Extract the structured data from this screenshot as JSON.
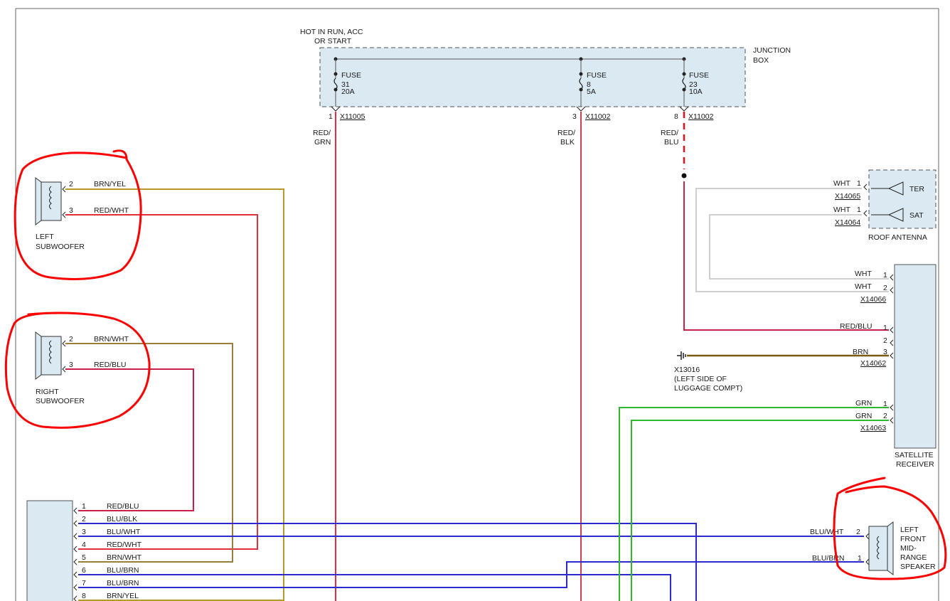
{
  "junction_box": {
    "header_line1": "HOT IN RUN, ACC",
    "header_line2": "OR START",
    "label_line1": "JUNCTION",
    "label_line2": "BOX",
    "fuses": [
      {
        "word": "FUSE",
        "number": "31",
        "rating": "20A",
        "pin": "1",
        "connector": "X11005",
        "wire_line1": "RED/",
        "wire_line2": "GRN"
      },
      {
        "word": "FUSE",
        "number": "8",
        "rating": "5A",
        "pin": "3",
        "connector": "X11002",
        "wire_line1": "RED/",
        "wire_line2": "BLK"
      },
      {
        "word": "FUSE",
        "number": "23",
        "rating": "10A",
        "pin": "8",
        "connector": "X11002",
        "wire_line1": "RED/",
        "wire_line2": "BLU"
      }
    ]
  },
  "left_subwoofer": {
    "label_line1": "LEFT",
    "label_line2": "SUBWOOFER",
    "pins": [
      {
        "pin": "2",
        "wire": "BRN/YEL"
      },
      {
        "pin": "3",
        "wire": "RED/WHT"
      }
    ]
  },
  "right_subwoofer": {
    "label_line1": "RIGHT",
    "label_line2": "SUBWOOFER",
    "pins": [
      {
        "pin": "2",
        "wire": "BRN/WHT"
      },
      {
        "pin": "3",
        "wire": "RED/BLU"
      }
    ]
  },
  "roof_antenna": {
    "label": "ROOF ANTENNA",
    "ter": {
      "wire": "WHT",
      "pin": "1",
      "connector": "X14065",
      "label": "TER"
    },
    "sat": {
      "wire": "WHT",
      "pin": "1",
      "connector": "X14064",
      "label": "SAT"
    }
  },
  "satellite_receiver": {
    "label_line1": "SATELLITE",
    "label_line2": "RECEIVER",
    "x14066": {
      "connector": "X14066",
      "pins": [
        {
          "pin": "1",
          "wire": "WHT"
        },
        {
          "pin": "2",
          "wire": "WHT"
        }
      ]
    },
    "x14062": {
      "connector": "X14062",
      "pins": [
        {
          "pin": "1",
          "wire": "RED/BLU"
        },
        {
          "pin": "2",
          "wire": ""
        },
        {
          "pin": "3",
          "wire": "BRN"
        }
      ]
    },
    "x14063": {
      "connector": "X14063",
      "pins": [
        {
          "pin": "1",
          "wire": "GRN"
        },
        {
          "pin": "2",
          "wire": "GRN"
        }
      ]
    }
  },
  "ground": {
    "connector": "X13016",
    "line2": "(LEFT SIDE OF",
    "line3": "LUGGAGE COMPT)"
  },
  "amplifier_connector": {
    "pins": [
      {
        "pin": "1",
        "wire": "RED/BLU"
      },
      {
        "pin": "2",
        "wire": "BLU/BLK"
      },
      {
        "pin": "3",
        "wire": "BLU/WHT"
      },
      {
        "pin": "4",
        "wire": "RED/WHT"
      },
      {
        "pin": "5",
        "wire": "BRN/WHT"
      },
      {
        "pin": "6",
        "wire": "BLU/BRN"
      },
      {
        "pin": "7",
        "wire": "BLU/BRN"
      },
      {
        "pin": "8",
        "wire": "BRN/YEL"
      }
    ]
  },
  "left_front_speaker": {
    "label_lines": [
      "LEFT",
      "FRONT",
      "MID-",
      "RANGE",
      "SPEAKER"
    ],
    "pins": [
      {
        "pin": "2",
        "wire": "BLU/WHT"
      },
      {
        "pin": "1",
        "wire": "BLU/BRN"
      }
    ]
  },
  "colors": {
    "brown_yellow": "#b59a2a",
    "brown_white": "#9a7d3a",
    "red": "#e03040",
    "red_blue": "#c8204a",
    "blue": "#2a2ad0",
    "green": "#2db82d",
    "white_wire": "#c8c8c8",
    "brown": "#7a5a10",
    "component_fill": "#dbe9f2",
    "annotation": "#ff0000"
  }
}
